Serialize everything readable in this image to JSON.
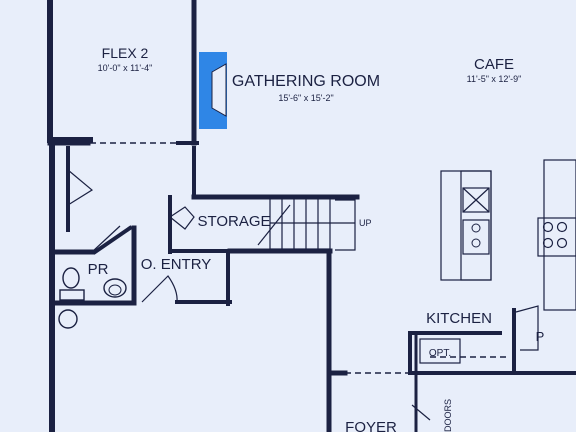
{
  "floor_color": "#e8eefa",
  "wall_color": "#1b2142",
  "fireplace_color": "#2f86e6",
  "rooms": {
    "flex2": {
      "name": "FLEX 2",
      "dims": "10'-0\" x 11'-4\""
    },
    "gathering": {
      "name": "GATHERING ROOM",
      "dims": "15'-6\" x 15'-2\""
    },
    "cafe": {
      "name": "CAFE",
      "dims": "11'-5\" x 12'-9\""
    },
    "storage": {
      "name": "STORAGE"
    },
    "pr": {
      "name": "PR"
    },
    "o_entry": {
      "name": "O. ENTRY"
    },
    "kitchen": {
      "name": "KITCHEN"
    },
    "foyer": {
      "name": "FOYER"
    }
  },
  "labels": {
    "up": "UP",
    "pantry": "P",
    "opt": "OPT.",
    "doors": "DOORS"
  }
}
